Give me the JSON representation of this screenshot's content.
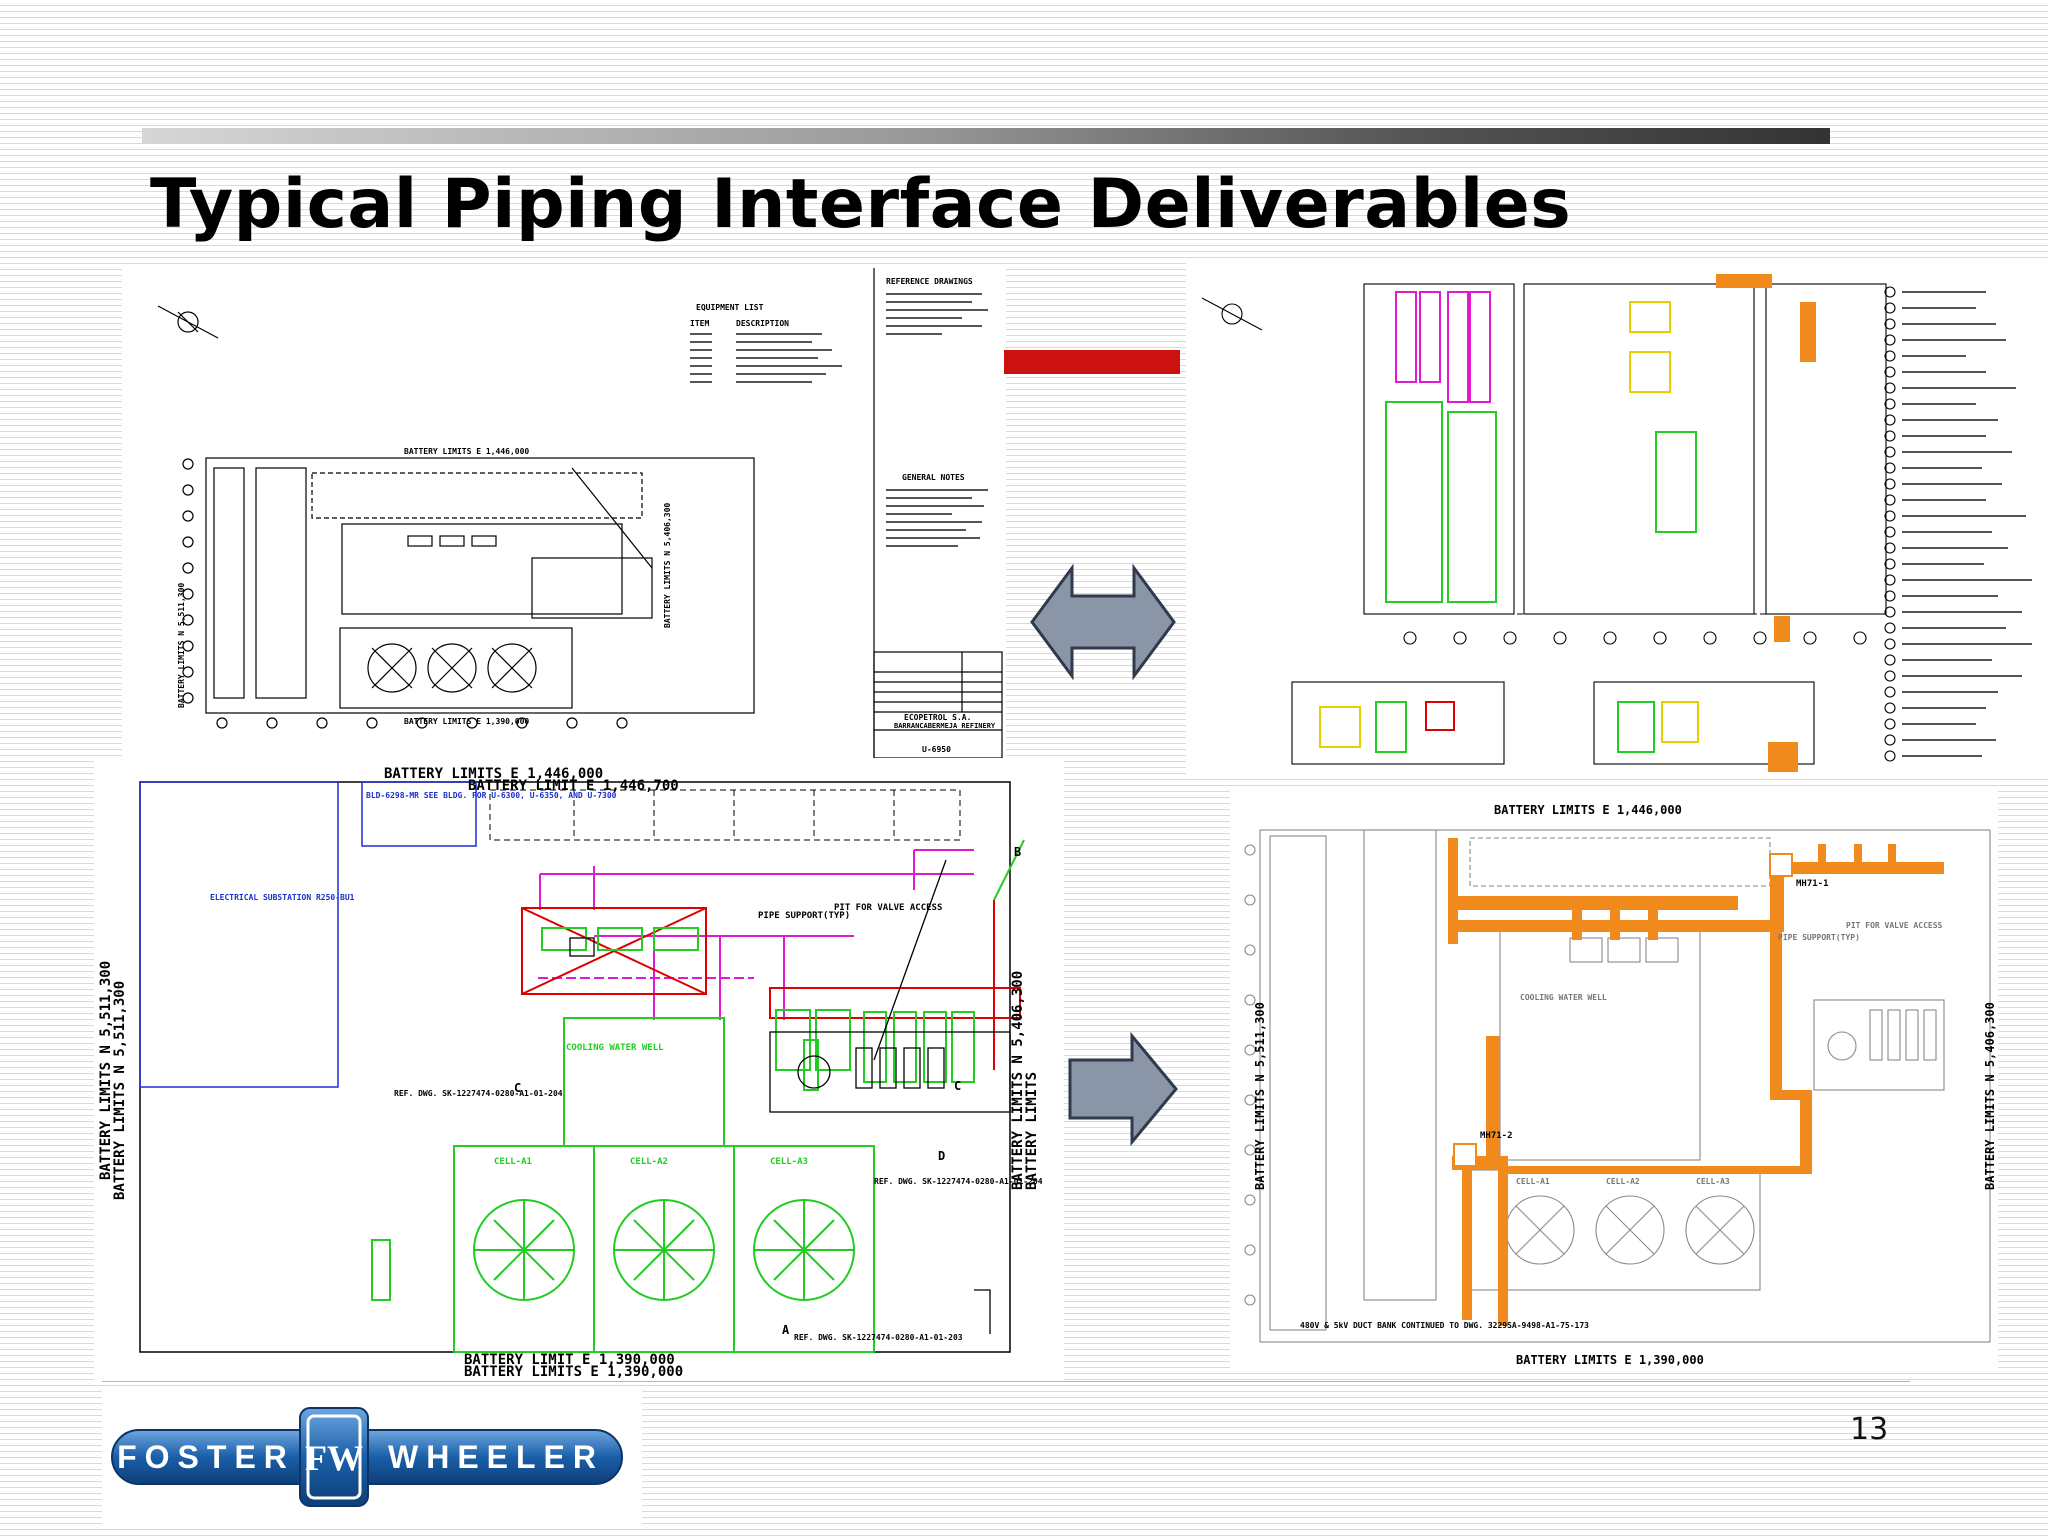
{
  "slide": {
    "title": "Typical Piping Interface Deliverables",
    "page_number": "13"
  },
  "logo": {
    "left_text": "FOSTER",
    "right_text": "WHEELER",
    "emblem": "FW",
    "color": "#1a5fa8"
  },
  "panel_top_left": {
    "battery_top": "BATTERY LIMITS E 1,446,000",
    "battery_bottom": "BATTERY LIMITS E 1,390,000",
    "battery_left": "BATTERY LIMITS N 5,511,300",
    "battery_right": "BATTERY LIMITS N 5,406,300",
    "equipment_heading": "EQUIPMENT LIST",
    "equipment_col_item": "ITEM",
    "equipment_col_desc": "DESCRIPTION",
    "reference_heading": "REFERENCE DRAWINGS",
    "notes_heading": "GENERAL NOTES",
    "company_name": "ECOPETROL S.A.",
    "company_sub": "BARRANCABERMEJA REFINERY",
    "unit_no": "U-6950"
  },
  "panel_bottom_left": {
    "battery_top_1": "BATTERY LIMITS E 1,446,000",
    "battery_top_2": "BATTERY LIMIT E 1,446,700",
    "battery_bottom_1": "BATTERY LIMIT E 1,390,000",
    "battery_bottom_2": "BATTERY LIMITS E 1,390,000",
    "battery_left_1": "BATTERY LIMITS N 5,511,300",
    "battery_left_2": "BATTERY LIMITS N 5,511,300",
    "battery_right_1": "BATTERY LIMITS N 5,406,300",
    "battery_right_2": "BATTERY LIMITS",
    "bldg_note": "BLD-6298-MR SEE BLDG. FOR U-6300, U-6350, AND U-7300",
    "electrical_substation": "ELECTRICAL SUBSTATION R250-BU1",
    "pipe_support": "PIPE SUPPORT(TYP)",
    "pit_for_valve": "PIT FOR VALVE ACCESS",
    "cooling_water": "COOLING WATER WELL",
    "ref_dwg_1": "REF. DWG. SK-1227474-0280-A1-01-204",
    "ref_dwg_2": "REF. DWG. SK-1227474-0280-A1-01-204",
    "ref_dwg_3": "REF. DWG. SK-1227474-0280-A1-01-203",
    "cell_1": "CELL-A1",
    "cell_2": "CELL-A2",
    "cell_3": "CELL-A3",
    "marker_b": "B",
    "marker_c": "C",
    "marker_d": "D",
    "marker_a": "A"
  },
  "panel_bottom_right": {
    "battery_top": "BATTERY LIMITS E 1,446,000",
    "battery_bottom": "BATTERY LIMITS E 1,390,000",
    "battery_left": "BATTERY LIMITS N 5,511,300",
    "battery_right": "BATTERY LIMITS N 5,406,300",
    "duct_note": "480V & 5kV DUCT BANK CONTINUED TO DWG. 3229SA-9498-A1-75-173",
    "mh_1": "MH71-1",
    "mh_2": "MH71-2",
    "pipe_support": "PIPE SUPPORT(TYP)",
    "pit_for_valve": "PIT FOR VALVE ACCESS",
    "cooling_water": "COOLING WATER WELL",
    "cell_1": "CELL-A1",
    "cell_2": "CELL-A2",
    "cell_3": "CELL-A3"
  },
  "colors": {
    "accent_red": "#cc1111",
    "arrow_fill": "#8a96a8",
    "pipe_green": "#22cc22",
    "pipe_magenta": "#e01ad0",
    "duct_orange": "#f08a1c",
    "outline_red": "#dd0000",
    "outline_blue": "#1a2fd0"
  }
}
